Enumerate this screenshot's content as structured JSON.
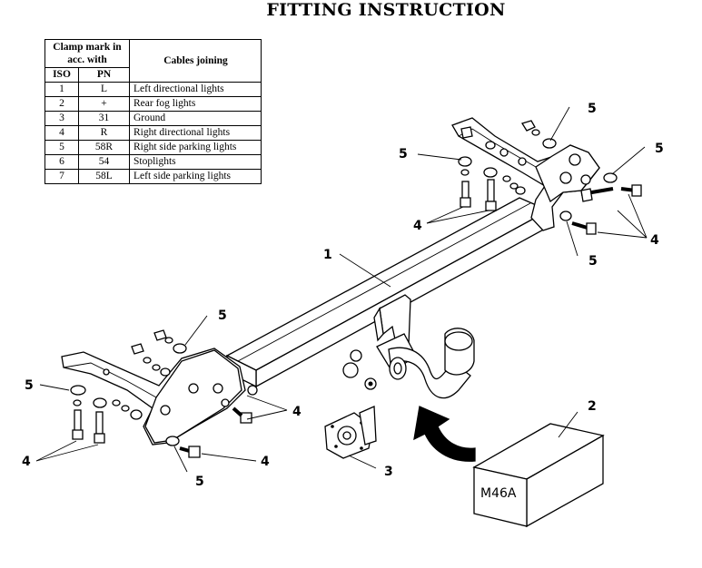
{
  "title": "FITTING INSTRUCTION",
  "cable_table": {
    "header_clamp": "Clamp mark in acc. with",
    "header_iso": "ISO",
    "header_pn": "PN",
    "header_cables": "Cables joining",
    "rows": [
      {
        "iso": "1",
        "pn": "L",
        "desc": "Left directional lights"
      },
      {
        "iso": "2",
        "pn": "+",
        "desc": "Rear fog lights"
      },
      {
        "iso": "3",
        "pn": "31",
        "desc": "Ground"
      },
      {
        "iso": "4",
        "pn": "R",
        "desc": "Right directional lights"
      },
      {
        "iso": "5",
        "pn": "58R",
        "desc": "Right side parking lights"
      },
      {
        "iso": "6",
        "pn": "54",
        "desc": "Stoplights"
      },
      {
        "iso": "7",
        "pn": "58L",
        "desc": "Left side parking lights"
      }
    ]
  },
  "callouts": {
    "c1": "1",
    "c2": "2",
    "c3": "3",
    "c4": "4",
    "c5": "5"
  },
  "box_label": "M46A"
}
